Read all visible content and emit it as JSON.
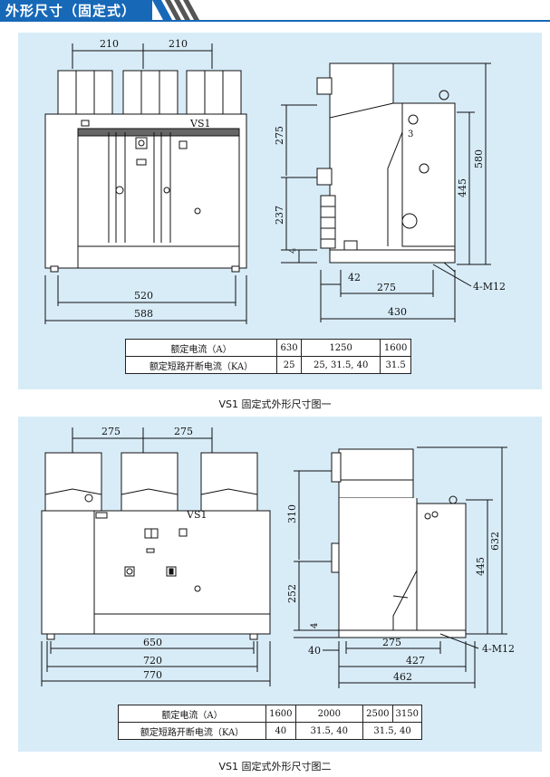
{
  "header": {
    "title": "外形尺寸（固定式）"
  },
  "figure1": {
    "caption": "VS1 固定式外形尺寸图一",
    "front": {
      "model": "VS1",
      "dim_top_left": "210",
      "dim_top_right": "210",
      "dim_inner_width": "520",
      "dim_outer_width": "588"
    },
    "side": {
      "dim_upper": "275",
      "dim_lower": "237",
      "dim_small": "4",
      "dim_height_inner": "445",
      "dim_height_total": "580",
      "dim_42": "42",
      "dim_275b": "275",
      "dim_depth": "430",
      "bolt_label": "4-M12",
      "num_3": "3"
    },
    "table": {
      "row1": {
        "label": "额定电流（A）",
        "cells": [
          "630",
          "1250",
          "1600"
        ]
      },
      "row2": {
        "label": "额定短路开断电流（KA）",
        "cells": [
          "25",
          "25, 31.5, 40",
          "31.5"
        ]
      }
    }
  },
  "figure2": {
    "caption": "VS1 固定式外形尺寸图二",
    "front": {
      "model": "VS1",
      "dim_top_left": "275",
      "dim_top_right": "275",
      "dim_650": "650",
      "dim_720": "720",
      "dim_770": "770"
    },
    "side": {
      "dim_upper": "310",
      "dim_lower": "252",
      "dim_small": "4",
      "dim_height_inner": "445",
      "dim_height_total": "632",
      "dim_40": "40",
      "dim_275b": "275",
      "dim_427": "427",
      "dim_462": "462",
      "bolt_label": "4-M12"
    },
    "table": {
      "row1": {
        "label": "额定电流（A）",
        "cells": [
          "1600",
          "2000",
          "2500",
          "3150"
        ]
      },
      "row2": {
        "label": "额定短路开断电流（KA）",
        "cells": [
          "40",
          "31.5, 40",
          "31.5, 40"
        ]
      }
    }
  },
  "colors": {
    "accent": "#1769b8",
    "panel": "#d8ecf8"
  }
}
